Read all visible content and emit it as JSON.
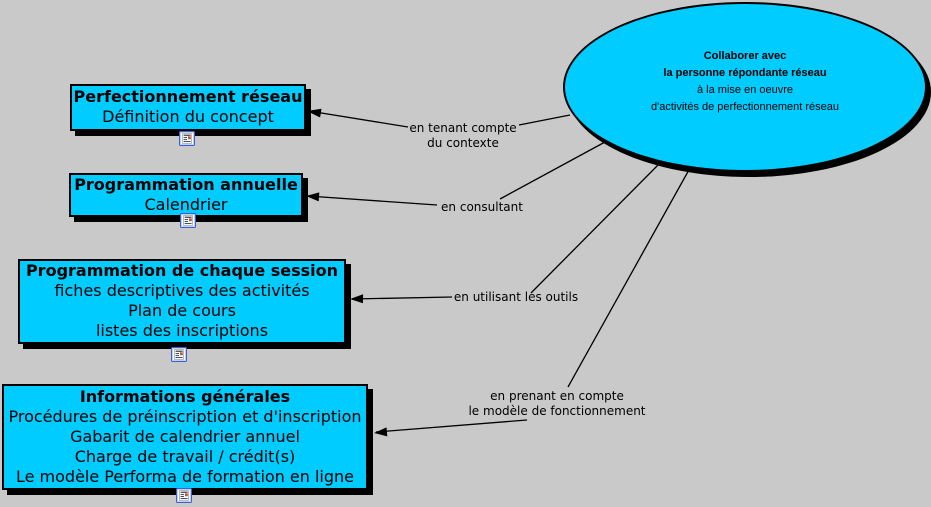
{
  "colors": {
    "background": "#C9C9C9",
    "node_fill": "#00CCFF",
    "outline": "#000000"
  },
  "central_node": {
    "lines": [
      "Collaborer avec",
      "la personne répondante réseau",
      "à la mise en oeuvre",
      "d'activités de perfectionnement réseau"
    ]
  },
  "boxes": [
    {
      "title": "Perfectionnement réseau",
      "items": [
        "Définition du concept"
      ],
      "icon": "document-icon"
    },
    {
      "title": "Programmation annuelle",
      "items": [
        "Calendrier"
      ],
      "icon": "document-icon"
    },
    {
      "title": "Programmation de chaque session",
      "items": [
        "fiches descriptives des activités",
        "Plan de cours",
        "listes des inscriptions"
      ],
      "icon": "document-icon"
    },
    {
      "title": "Informations générales",
      "items": [
        "Procédures de préinscription et d'inscription",
        "Gabarit de calendrier annuel",
        "Charge de travail / crédit(s)",
        "Le modèle Performa de formation en ligne"
      ],
      "icon": "document-icon"
    }
  ],
  "connections": [
    {
      "label_lines": [
        "en tenant compte",
        "du contexte"
      ],
      "from": "central-node",
      "to": "Perfectionnement réseau"
    },
    {
      "label_lines": [
        "en consultant"
      ],
      "from": "central-node",
      "to": "Programmation annuelle"
    },
    {
      "label_lines": [
        "en utilisant les outils"
      ],
      "from": "central-node",
      "to": "Programmation de chaque session"
    },
    {
      "label_lines": [
        "en prenant en compte",
        "le modèle de fonctionnement"
      ],
      "from": "central-node",
      "to": "Informations générales"
    }
  ]
}
